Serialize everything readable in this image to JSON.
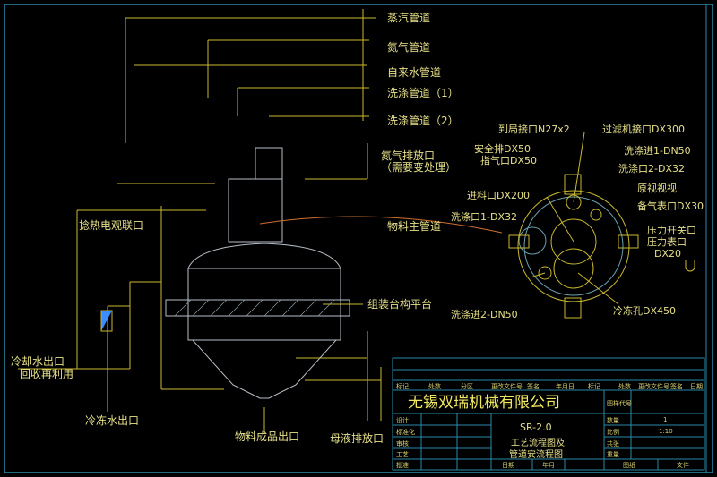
{
  "colors": {
    "background": "#000000",
    "frame": "#2a8aa8",
    "pipe": "#c8b830",
    "text": "#e6e08a",
    "vessel": "#b8c0c8",
    "accent": "#3a8cff"
  },
  "pipes": {
    "steam": "蒸汽管道",
    "nitrogen": "氮气管道",
    "tap_water": "自来水管道",
    "wash1": "洗涤管道（1）",
    "wash2": "洗涤管道（2）",
    "nitrogen_vent": "氮气排放口",
    "nitrogen_vent_note": "（需要变处理）",
    "material_main": "物料主管道",
    "platform": "组装台构平台",
    "heat_interface": "捻热电观联口",
    "cooling_out": "冷却水出口",
    "recycle": "回收再利用",
    "freeze_out": "冷冻水出口",
    "product_out": "物料成品出口",
    "mother_liquor": "母液排放口"
  },
  "top_view": {
    "labels": [
      "到局接口N27x2",
      "过滤机接口DX300",
      "安全排DX50",
      "指气口DX50",
      "洗涤进1-DN50",
      "洗涤口2-DX32",
      "原视视视",
      "备气表口DX30",
      "进料口DX200",
      "洗涤口1-DX32",
      "压力开关口",
      "压力表口",
      "DX20",
      "洗涤进2-DN50",
      "冷冻孔DX450"
    ]
  },
  "title_block": {
    "company": "无锡双瑞机械有限公司",
    "model": "SR-2.0",
    "title_line1": "工艺流程图及",
    "title_line2": "管道安流程图",
    "header_cells": [
      "标记",
      "处数",
      "分区",
      "更改文件号",
      "签名",
      "年月日",
      "标记",
      "处数",
      "更改文件号",
      "签名",
      "日期"
    ],
    "left_cells": [
      "设计",
      "标准化",
      "审核",
      "工艺",
      "批准"
    ],
    "right_cells": [
      "图样代号",
      "数量",
      "比例",
      "共张",
      "重量"
    ],
    "right_values": [
      "",
      "1",
      "1:10",
      "",
      ""
    ],
    "bottom_cells": [
      "日期",
      "",
      "年月",
      "",
      "图纸",
      "",
      "文件"
    ]
  }
}
